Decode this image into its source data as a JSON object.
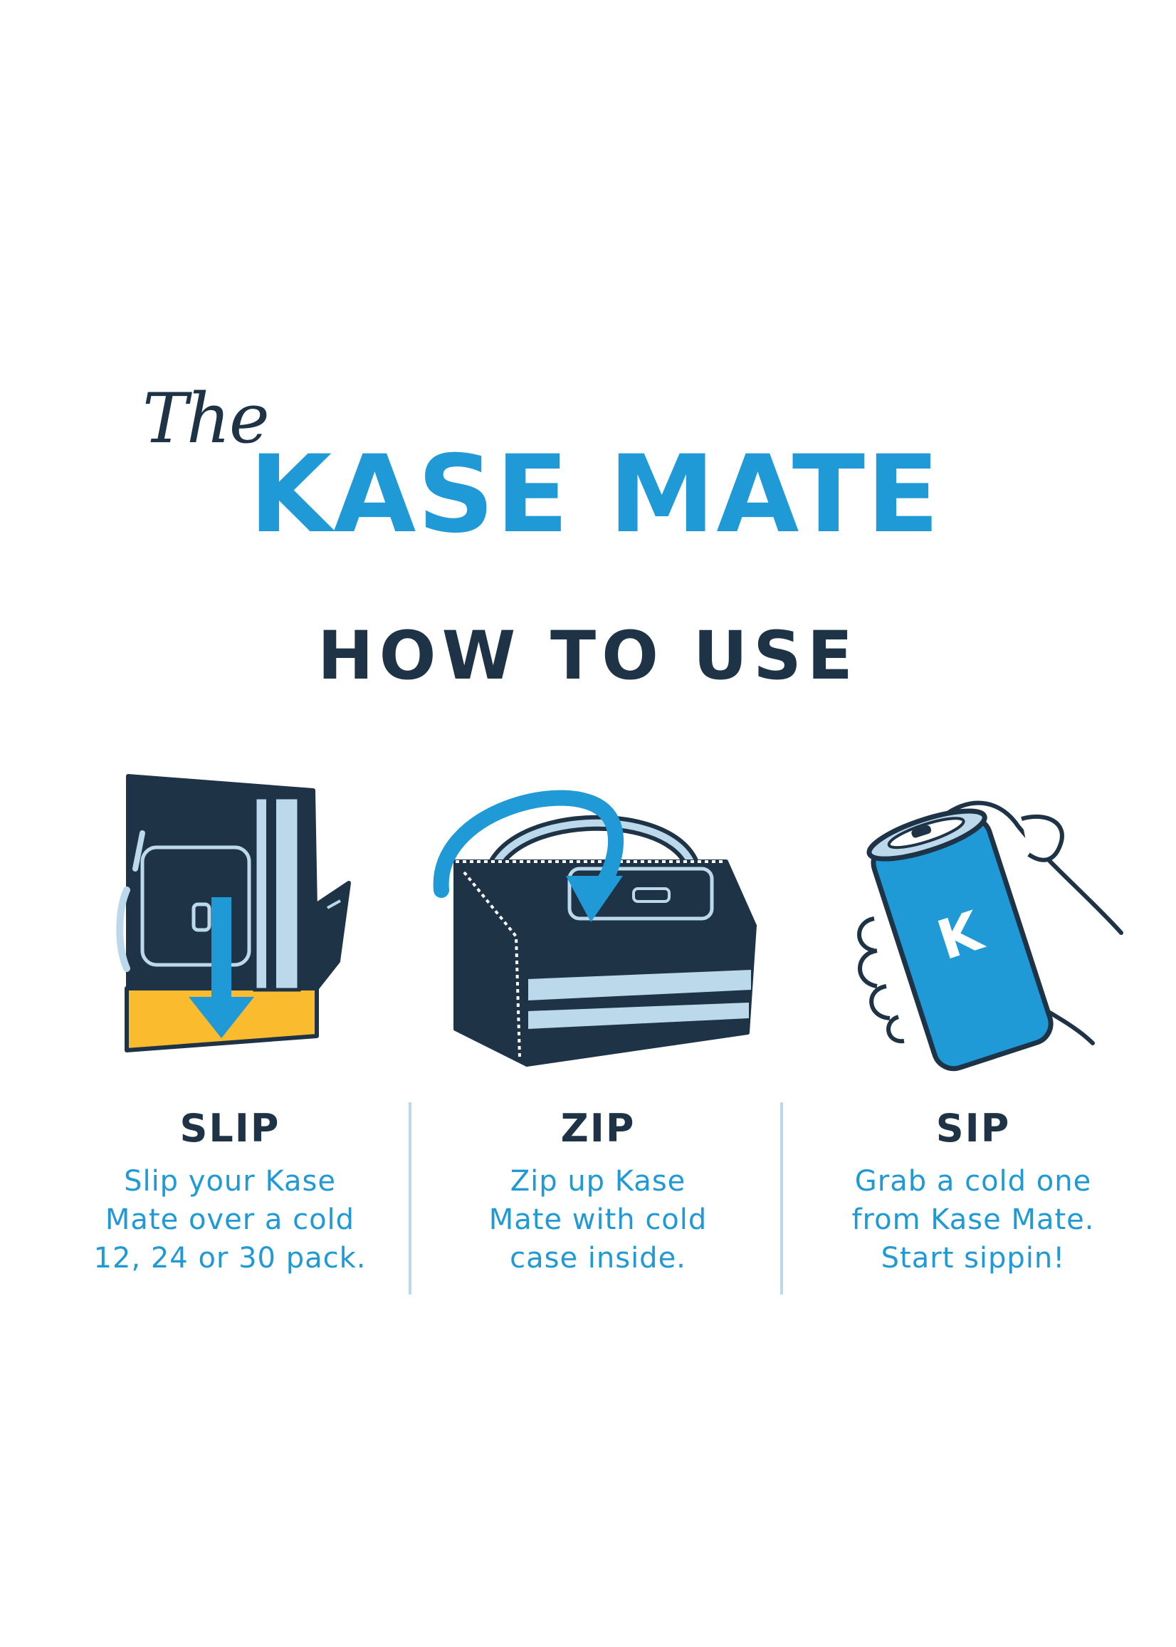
{
  "logo": {
    "the": "The",
    "name": "KASE MATE"
  },
  "headline": "HOW TO USE",
  "steps": [
    {
      "title": "SLIP",
      "lines": [
        "Slip your Kase",
        "Mate over a cold",
        "12, 24 or 30 pack."
      ]
    },
    {
      "title": "ZIP",
      "lines": [
        "Zip up Kase",
        "Mate with cold",
        "case inside."
      ]
    },
    {
      "title": "SIP",
      "lines": [
        "Grab a cold one",
        "from Kase Mate.",
        "Start sippin!"
      ]
    }
  ],
  "can_mark": "K",
  "colors": {
    "navy": "#1f3347",
    "blue": "#1f9ad6",
    "light_blue": "#bcd9ec",
    "yellow": "#fbbb2e"
  }
}
